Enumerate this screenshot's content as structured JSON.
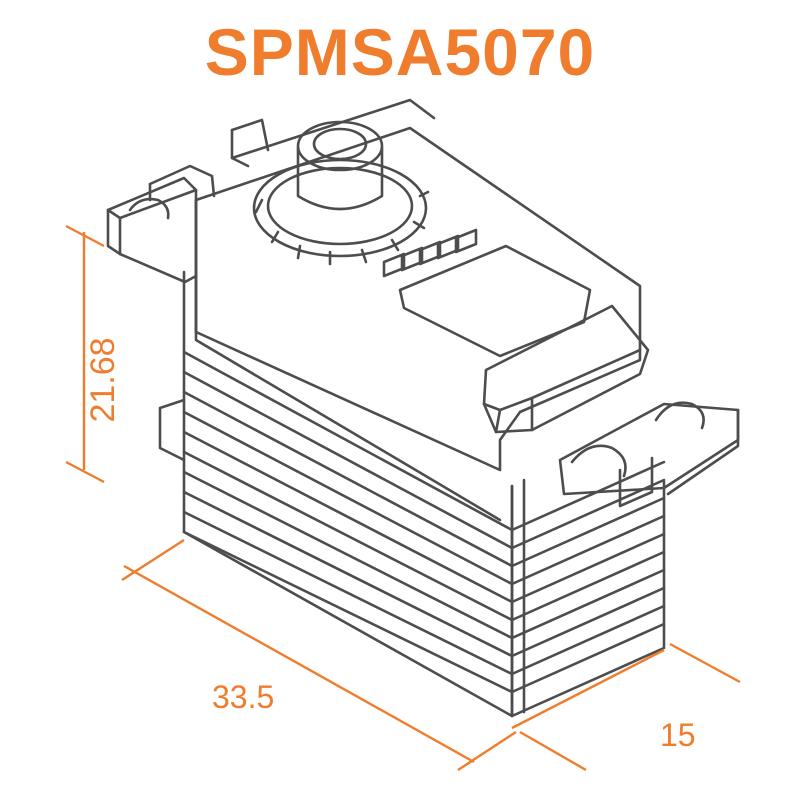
{
  "title": "SPMSA5070",
  "dimensions": {
    "height": "21.68",
    "length": "33.5",
    "width": "15"
  },
  "colors": {
    "accent": "#ef7d2d",
    "line": "#4d4d4f",
    "background": "#ffffff"
  },
  "icons": {
    "servo": "servo-line-drawing"
  }
}
